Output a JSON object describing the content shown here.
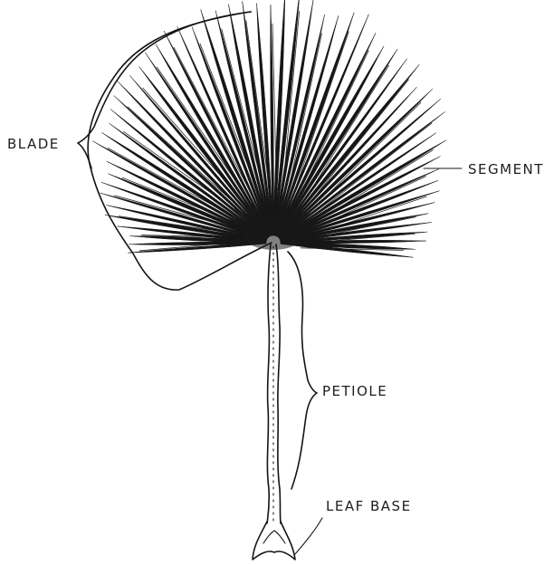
{
  "labels": {
    "blade": "BLADE",
    "segment": "SEGMENT",
    "petiole": "PETIOLE",
    "leaf_base": "LEAF BASE"
  },
  "colors": {
    "ink": "#141414",
    "background": "#ffffff"
  }
}
